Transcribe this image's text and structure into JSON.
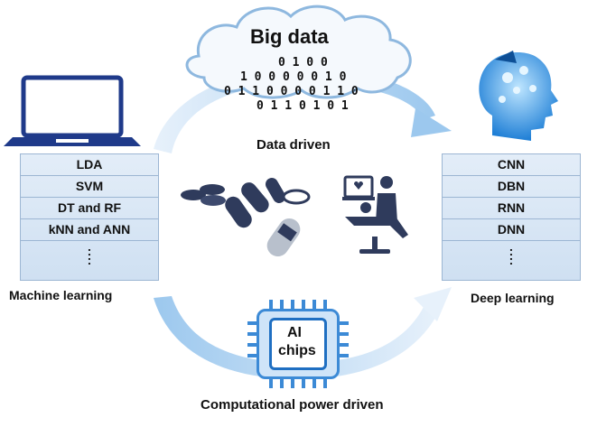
{
  "top": {
    "title": "Big data",
    "binary_rows": [
      "0 1 0 0",
      "1 0   0 0 0 0   1 0",
      "0 1   1 0 0 0 0 1   1 0",
      "0 1   1 0 1 0   1"
    ]
  },
  "data_driven_label": "Data driven",
  "left": {
    "items": [
      "LDA",
      "SVM",
      "DT and RF",
      "kNN and ANN"
    ],
    "ellipsis": ":",
    "caption": "Machine learning"
  },
  "right": {
    "items": [
      "CNN",
      "DBN",
      "RNN",
      "DNN"
    ],
    "ellipsis": ":",
    "caption": "Deep learning"
  },
  "chip": {
    "line1": "AI",
    "line2": "chips"
  },
  "bottom_label": "Computational power driven",
  "colors": {
    "arrow_light": "#d6e7f7",
    "arrow_dark": "#8fbfe8",
    "icon_navy": "#2f3b5c",
    "chip_blue": "#1f6fc2"
  }
}
